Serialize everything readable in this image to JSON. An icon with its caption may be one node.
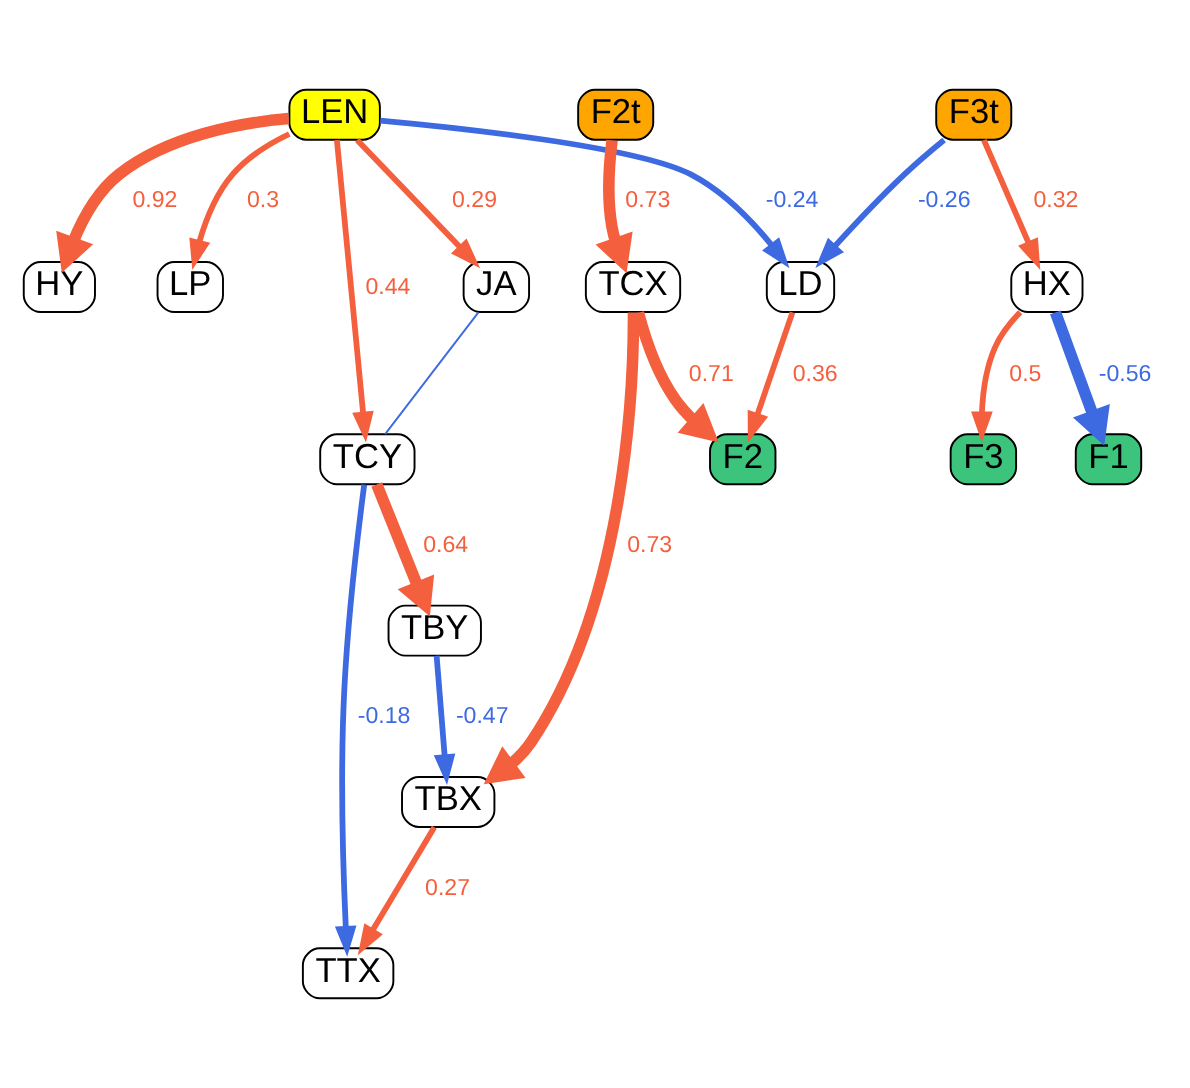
{
  "diagram": {
    "nodes": [
      {
        "text": [
          "HY"
        ]
      },
      {
        "text": [
          "LP"
        ]
      },
      {
        "text": [
          "LEN"
        ]
      },
      {
        "text": [
          "JA"
        ]
      },
      {
        "text": [
          "TCY"
        ]
      },
      {
        "text": [
          "LD"
        ]
      },
      {
        "text": [
          "TTX"
        ]
      },
      {
        "text": [
          "TBY"
        ]
      },
      {
        "text": [
          "F3"
        ]
      },
      {
        "text": [
          "F3t"
        ]
      },
      {
        "text": [
          "HX"
        ]
      },
      {
        "text": [
          "TBX"
        ]
      },
      {
        "text": [
          "F2"
        ]
      },
      {
        "text": [
          "F1"
        ]
      },
      {
        "text": [
          "TCX"
        ]
      },
      {
        "text": [
          "F2t"
        ]
      }
    ],
    "edges": [
      {
        "from": 2,
        "to": 0,
        "arrow": "to",
        "label": "0.92",
        "style": "thick"
      },
      {
        "from": 2,
        "to": 1,
        "arrow": "to",
        "label": "0.3"
      },
      {
        "from": 2,
        "to": 3,
        "arrow": "to",
        "label": "0.29"
      },
      {
        "from": 2,
        "to": 4,
        "arrow": "to",
        "label": "0.44"
      },
      {
        "from": 2,
        "to": 5,
        "arrow": "to",
        "label": "-0.24",
        "color": "#3d6ae0"
      },
      {
        "from": 3,
        "to": 4,
        "arrow": "none",
        "color": "#3d6ae0"
      },
      {
        "from": 4,
        "to": 6,
        "arrow": "to",
        "label": "-0.18",
        "color": "#3d6ae0"
      },
      {
        "from": 4,
        "to": 7,
        "arrow": "to",
        "label": "0.64",
        "style": "thick"
      },
      {
        "from": 9,
        "to": 5,
        "arrow": "to",
        "label": "-0.26",
        "color": "#3d6ae0"
      },
      {
        "from": 10,
        "to": 8,
        "arrow": "to",
        "label": "0.5"
      },
      {
        "from": 9,
        "to": 10,
        "arrow": "to",
        "label": "0.32"
      },
      {
        "from": 7,
        "to": 11,
        "arrow": "to",
        "label": "-0.47",
        "color": "#3d6ae0"
      },
      {
        "from": 11,
        "to": 6,
        "arrow": "to",
        "label": "0.27"
      },
      {
        "from": 5,
        "to": 12,
        "arrow": "to",
        "label": "0.36"
      },
      {
        "from": 10,
        "to": 13,
        "arrow": "to",
        "label": "-0.56",
        "color": "#3d6ae0",
        "style": "thick"
      },
      {
        "from": 14,
        "to": 12,
        "arrow": "to",
        "label": "0.71",
        "style": "thick"
      },
      {
        "from": 14,
        "to": 11,
        "arrow": "to",
        "label": "0.73",
        "style": "thick"
      },
      {
        "from": 15,
        "to": 14,
        "arrow": "to",
        "label": "0.73",
        "style": "thick"
      }
    ]
  }
}
